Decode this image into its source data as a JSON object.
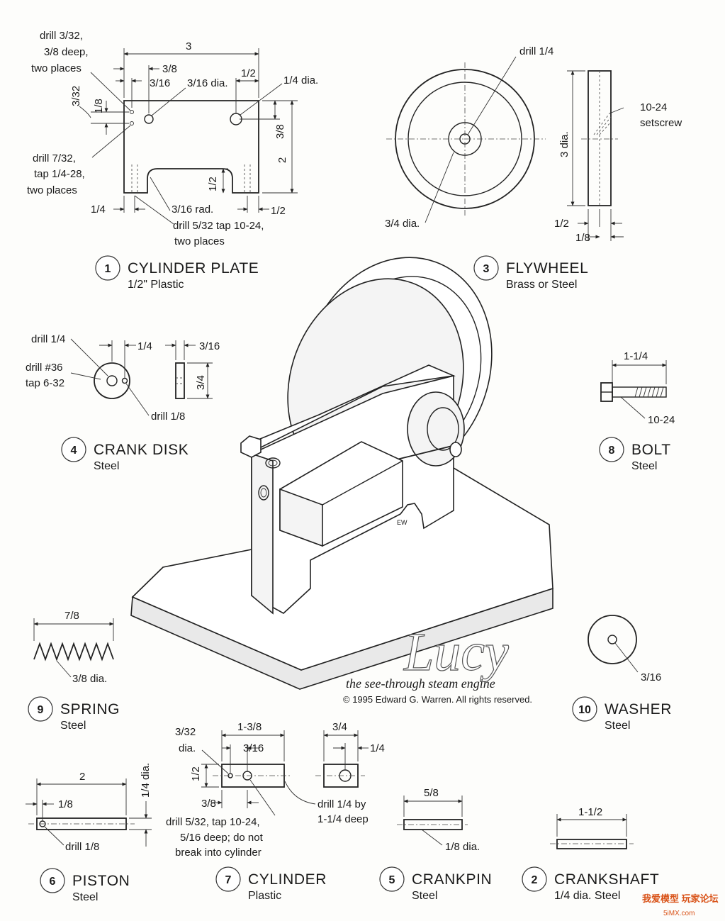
{
  "brand_color": "#d9541a",
  "parts": [
    {
      "no": "1",
      "name": "CYLINDER PLATE",
      "material": "1/2\" Plastic"
    },
    {
      "no": "3",
      "name": "FLYWHEEL",
      "material": "Brass or Steel"
    },
    {
      "no": "4",
      "name": "CRANK DISK",
      "material": "Steel"
    },
    {
      "no": "8",
      "name": "BOLT",
      "material": "Steel"
    },
    {
      "no": "9",
      "name": "SPRING",
      "material": "Steel"
    },
    {
      "no": "10",
      "name": "WASHER",
      "material": "Steel"
    },
    {
      "no": "6",
      "name": "PISTON",
      "material": "Steel"
    },
    {
      "no": "7",
      "name": "CYLINDER",
      "material": "Plastic"
    },
    {
      "no": "5",
      "name": "CRANKPIN",
      "material": "Steel"
    },
    {
      "no": "2",
      "name": "CRANKSHAFT",
      "material": "1/4 dia. Steel"
    }
  ],
  "cylinder_plate": {
    "drill_a": [
      "drill 3/32,",
      "3/8 deep,",
      "two places"
    ],
    "width": "3",
    "d38": "3/8",
    "d316": "3/16",
    "d316dia": "3/16 dia.",
    "d12": "1/2",
    "d14dia": "1/4 dia.",
    "d332": "3/32",
    "d18": "1/8",
    "d38v": "3/8",
    "height": "2",
    "d12v": "1/2",
    "drill_b": [
      "drill 7/32,",
      "tap 1/4-28,",
      "two places"
    ],
    "d14": "1/4",
    "rad": "3/16 rad.",
    "d12b": "1/2",
    "drill_c": [
      "drill 5/32 tap 10-24,",
      "two places"
    ]
  },
  "flywheel": {
    "drill": "drill 1/4",
    "hub": "3/4 dia.",
    "dia": "3 dia.",
    "setscrew": [
      "10-24",
      "setscrew"
    ],
    "w": "1/2",
    "h": "1/8"
  },
  "crank_disk": {
    "drill14": "drill 1/4",
    "drill36": [
      "drill #36",
      "tap 6-32"
    ],
    "drill18": "drill 1/8",
    "d14": "1/4",
    "d316": "3/16",
    "d34": "3/4"
  },
  "bolt": {
    "len": "1-1/4",
    "thread": "10-24"
  },
  "spring": {
    "len": "7/8",
    "dia": "3/8 dia."
  },
  "washer": {
    "dia": "3/16"
  },
  "logo": {
    "name": "Lucy",
    "tagline": "the see-through steam engine",
    "copyright": "© 1995 Edward G. Warren.  All rights reserved.",
    "initials": "EW"
  },
  "piston": {
    "len": "2",
    "d18": "1/8",
    "dia": "1/4 dia.",
    "drill": "drill 1/8"
  },
  "cylinder": {
    "drill332": [
      "3/32",
      "dia."
    ],
    "len": "1-3/8",
    "d316": "3/16",
    "d12": "1/2",
    "d38": "3/8",
    "drill532": [
      "drill 5/32, tap 10-24,",
      "5/16 deep; do not",
      "break into cylinder"
    ],
    "drill14": [
      "drill 1/4 by",
      "1-1/4 deep"
    ],
    "w": "3/4",
    "d14": "1/4"
  },
  "crankpin": {
    "len": "5/8",
    "dia": "1/8 dia."
  },
  "crankshaft": {
    "len": "1-1/2"
  },
  "watermark": {
    "top": "我爱模型 玩家论坛",
    "bottom": "5iMX.com"
  }
}
